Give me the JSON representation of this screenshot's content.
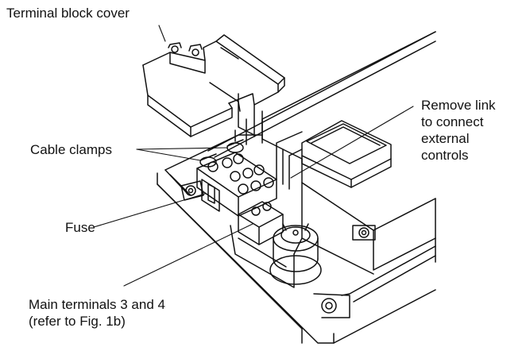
{
  "labels": {
    "terminal_block_cover": "Terminal block cover",
    "cable_clamps": "Cable clamps",
    "fuse": "Fuse",
    "main_terminals_line1": "Main terminals 3 and 4",
    "main_terminals_line2": "(refer to Fig. 1b)",
    "remove_link_line1": "Remove link",
    "remove_link_line2": "to connect",
    "remove_link_line3": "external",
    "remove_link_line4": "controls"
  }
}
